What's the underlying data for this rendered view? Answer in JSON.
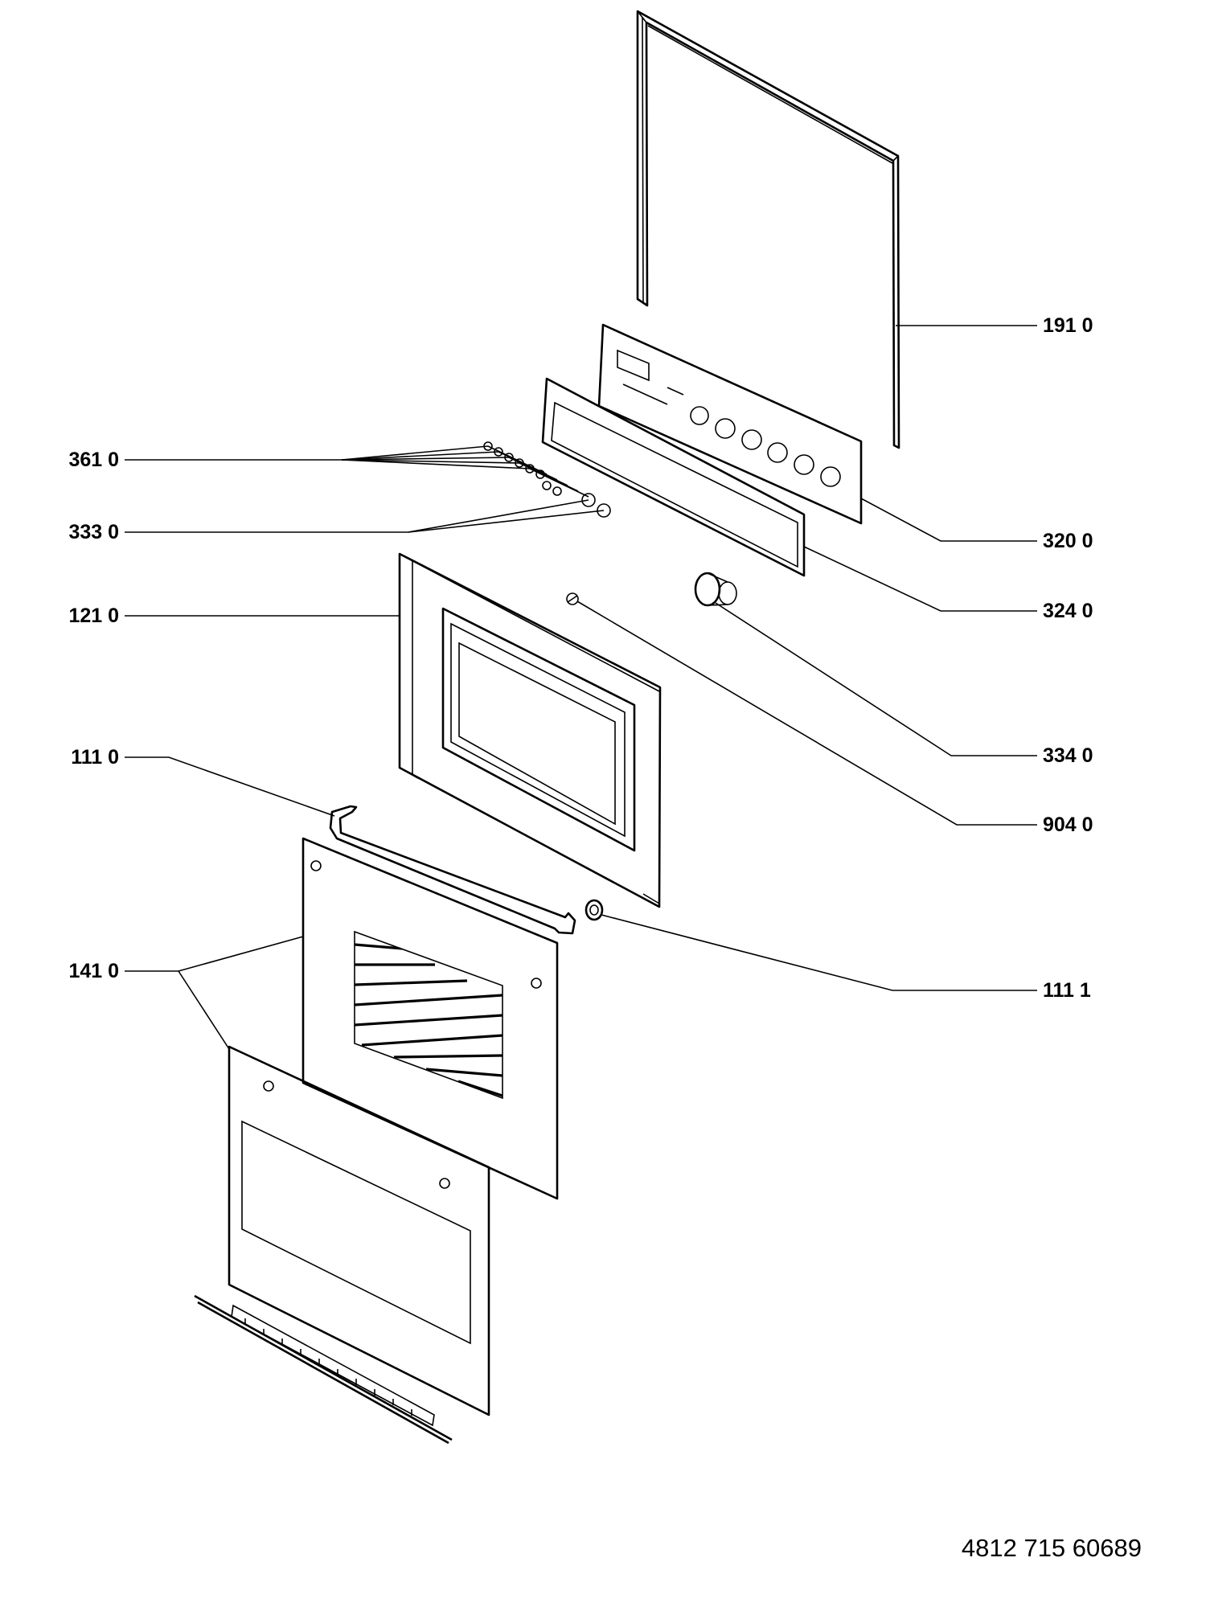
{
  "callouts": {
    "c191": "191 0",
    "c361": "361 0",
    "c333": "333 0",
    "c320": "320 0",
    "c324": "324 0",
    "c121": "121 0",
    "c334": "334 0",
    "c111": "111  0",
    "c904": "904 0",
    "c1111": "111 1",
    "c141": "141 0"
  },
  "document_number": "4812 715 60689"
}
